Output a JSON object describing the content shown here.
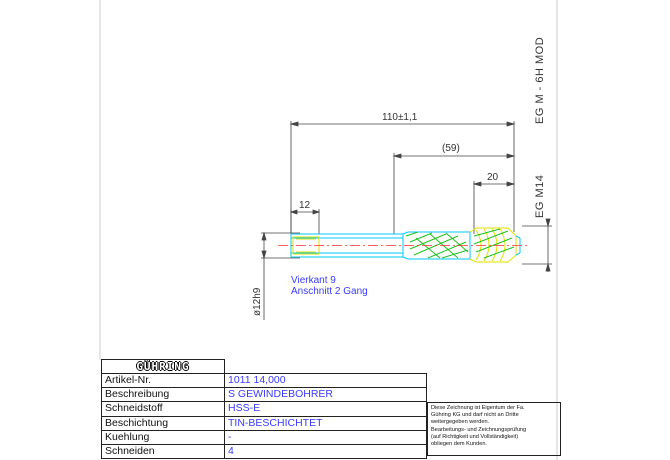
{
  "dimensions": {
    "overall_length": "110±1,1",
    "flute_length": "(59)",
    "thread_length": "20",
    "square_length": "12",
    "shank_diameter": "ø12h9"
  },
  "notes": {
    "square": "Vierkant 9",
    "chamfer": "Anschnitt 2 Gang"
  },
  "thread_labels": {
    "tolerance": "EG M  -  6H  MOD",
    "size": "EG M14"
  },
  "title_block": {
    "logo": "GÜHRING",
    "rows": [
      {
        "label": "Artikel-Nr.",
        "value": "1011 14,000"
      },
      {
        "label": "Beschreibung",
        "value": "S GEWINDEBOHRER"
      },
      {
        "label": "Schneidstoff",
        "value": "HSS-E"
      },
      {
        "label": "Beschichtung",
        "value": "TIN-BESCHICHTET"
      },
      {
        "label": "Kuehlung",
        "value": "-"
      },
      {
        "label": "Schneiden",
        "value": "4"
      }
    ]
  },
  "legal_note": [
    "Diese Zeichnung ist Eigentum der Fa.",
    "Gühring KG und darf nicht an Dritte",
    "weitergegeben werden.",
    "Bearbeitungs- und Zeichnungsprüfung",
    "(auf Richtigkeit und Vollständigkeit)",
    "obliegen dem Kunden."
  ],
  "colors": {
    "tool_outline": "#00c8ff",
    "tool_flutes": "#20c020",
    "tool_edges": "#e0e000",
    "center_line": "#ff3030",
    "text_blue": "#3a3aff"
  }
}
